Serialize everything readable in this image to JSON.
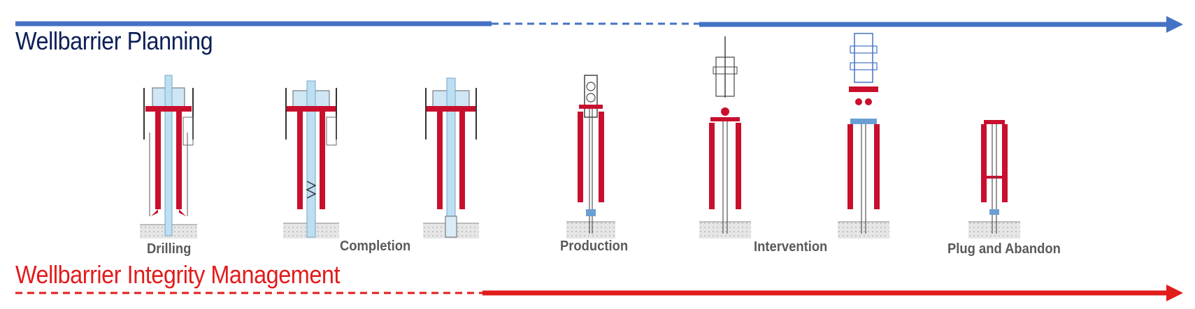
{
  "header": {
    "title": "Wellbarrier Planning",
    "color": "#4472c4"
  },
  "footer": {
    "title": "Wellbarrier Integrity Management",
    "color": "#e21b1b"
  },
  "phases": [
    {
      "label": "Drilling"
    },
    {
      "label": "Completion"
    },
    {
      "label": "Production"
    },
    {
      "label": "Intervention"
    },
    {
      "label": "Plug and Abandon"
    }
  ]
}
